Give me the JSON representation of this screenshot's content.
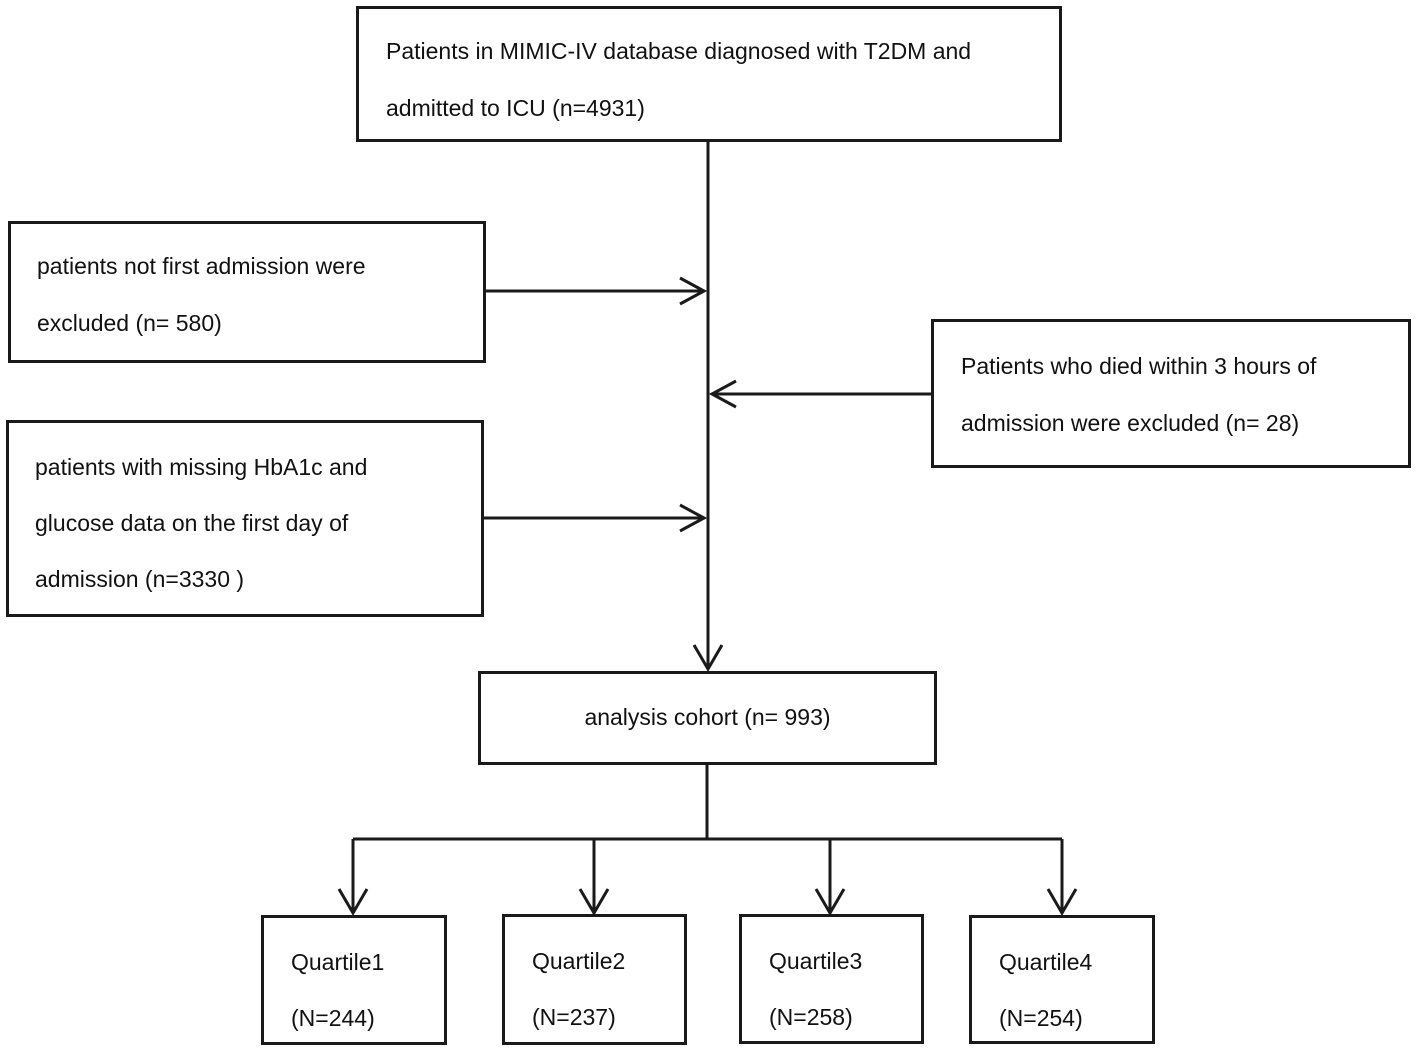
{
  "top": {
    "line1": "Patients in MIMIC-IV database diagnosed with T2DM and",
    "line2": "admitted to ICU (n=4931)"
  },
  "exclusions": {
    "not_first": {
      "line1": "patients not first admission were",
      "line2": "excluded (n= 580)"
    },
    "died": {
      "line1": "Patients who died within 3 hours of",
      "line2": "admission were excluded (n= 28)"
    },
    "missing": {
      "line1": "patients with missing HbA1c and",
      "line2": "glucose data on the first day of",
      "line3": "admission (n=3330 )"
    }
  },
  "cohort": {
    "label": "analysis cohort (n= 993)"
  },
  "quartiles": [
    {
      "name": "Quartile1",
      "n": "(N=244)"
    },
    {
      "name": "Quartile2",
      "n": "(N=237)"
    },
    {
      "name": "Quartile3",
      "n": "(N=258)"
    },
    {
      "name": "Quartile4",
      "n": "(N=254)"
    }
  ]
}
